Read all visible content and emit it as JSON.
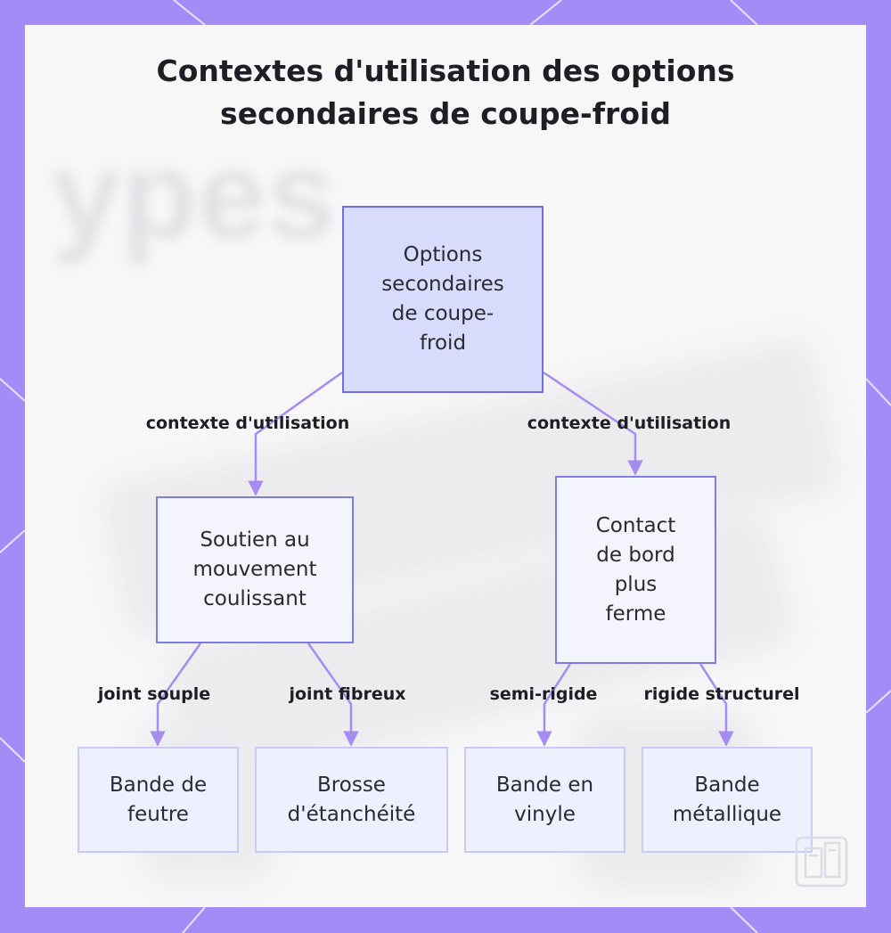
{
  "title": [
    "Contextes d'utilisation des options",
    "secondaires de coupe-froid"
  ],
  "nodes": {
    "root": [
      "Options",
      "secondaires",
      "de coupe-",
      "froid"
    ],
    "left": [
      "Soutien au",
      "mouvement",
      "coulissant"
    ],
    "right": [
      "Contact",
      "de bord",
      "plus",
      "ferme"
    ],
    "leaf1": [
      "Bande de",
      "feutre"
    ],
    "leaf2": [
      "Brosse",
      "d'étanchéité"
    ],
    "leaf3": [
      "Bande en",
      "vinyle"
    ],
    "leaf4": [
      "Bande",
      "métallique"
    ]
  },
  "edges": {
    "root_left": "contexte d'utilisation",
    "root_right": "contexte d'utilisation",
    "left_leaf1": "joint souple",
    "left_leaf2": "joint fibreux",
    "right_leaf3": "semi-rigide",
    "right_leaf4": "rigide structurel"
  },
  "colors": {
    "frame": "#a48cf6",
    "panel": "#f7f7f8",
    "root_fill": "#d9dbfc",
    "root_border": "#6f6fe0",
    "edge": "#a58cf0",
    "leaf_border": "#c7cbf4"
  }
}
